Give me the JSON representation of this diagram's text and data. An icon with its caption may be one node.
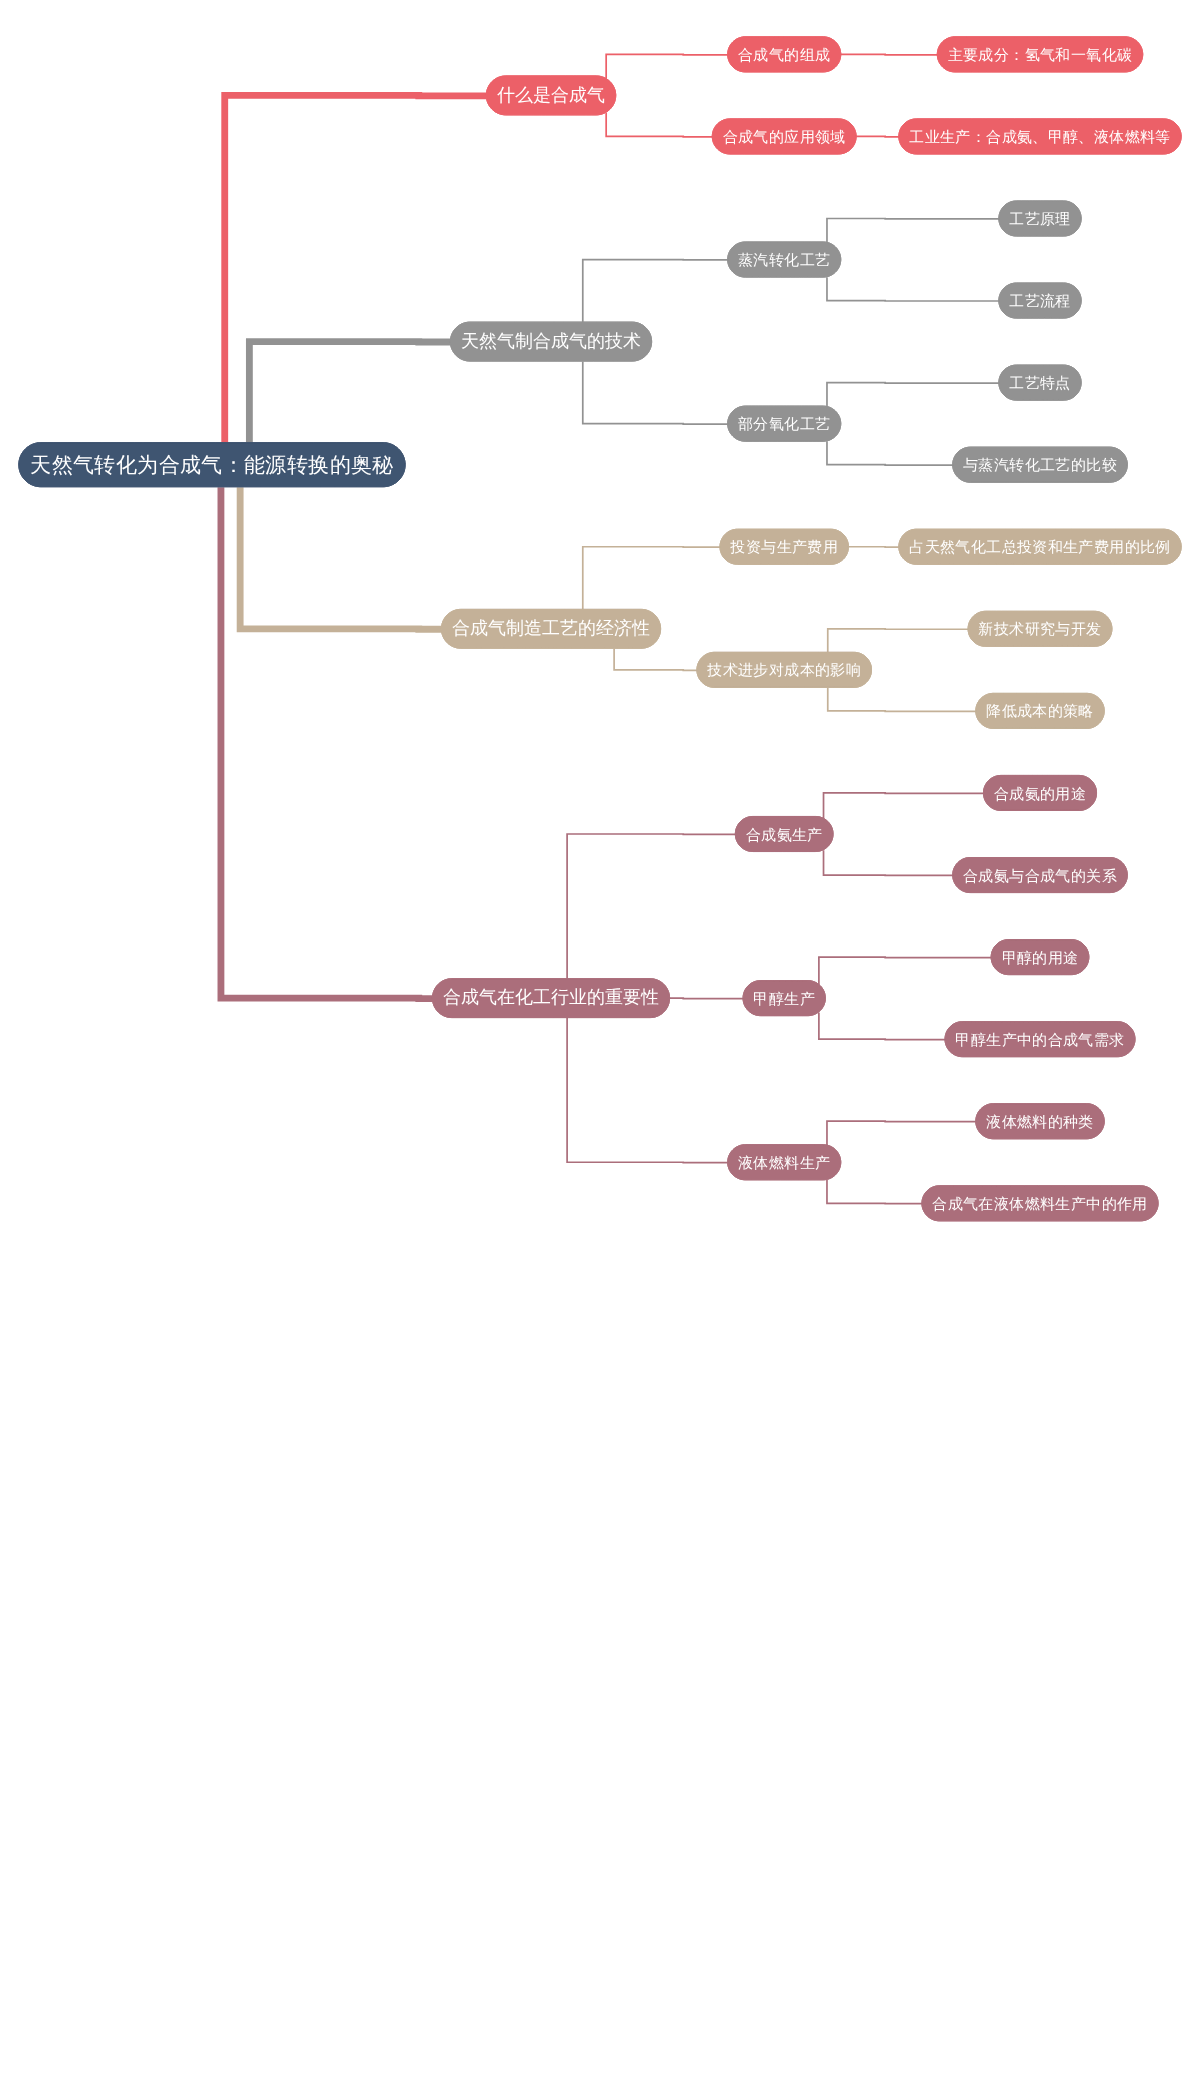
{
  "diagram": {
    "nodes": [
      {
        "text": [
          "天然气转化为合成气：能源转换的奥秘"
        ]
      },
      {
        "text": [
          "什么是合成气"
        ]
      },
      {
        "text": [
          "合成气的组成"
        ]
      },
      {
        "text": [
          "主要成分：氢气和一氧化碳"
        ]
      },
      {
        "text": [
          "合成气的应用领域"
        ]
      },
      {
        "text": [
          "工业生产：合成氨、甲醇、液体燃料等"
        ]
      },
      {
        "text": [
          "天然气制合成气的技术"
        ]
      },
      {
        "text": [
          "蒸汽转化工艺"
        ]
      },
      {
        "text": [
          "工艺原理"
        ]
      },
      {
        "text": [
          "工艺流程"
        ]
      },
      {
        "text": [
          "部分氧化工艺"
        ]
      },
      {
        "text": [
          "工艺特点"
        ]
      },
      {
        "text": [
          "与蒸汽转化工艺的比较"
        ]
      },
      {
        "text": [
          "合成气制造工艺的经济性"
        ]
      },
      {
        "text": [
          "投资与生产费用"
        ]
      },
      {
        "text": [
          "占天然气化工总投资和生产费用的比例"
        ]
      },
      {
        "text": [
          "技术进步对成本的影响"
        ]
      },
      {
        "text": [
          "新技术研究与开发"
        ]
      },
      {
        "text": [
          "降低成本的策略"
        ]
      },
      {
        "text": [
          "合成气在化工行业的重要性"
        ]
      },
      {
        "text": [
          "合成氨生产"
        ]
      },
      {
        "text": [
          "合成氨的用途"
        ]
      },
      {
        "text": [
          "合成氨与合成气的关系"
        ]
      },
      {
        "text": [
          "甲醇生产"
        ]
      },
      {
        "text": [
          "甲醇的用途"
        ]
      },
      {
        "text": [
          "甲醇生产中的合成气需求"
        ]
      },
      {
        "text": [
          "液体燃料生产"
        ]
      },
      {
        "text": [
          "液体燃料的种类"
        ]
      },
      {
        "text": [
          "合成气在液体燃料生产中的作用"
        ]
      }
    ],
    "edges": [
      {
        "from": 0,
        "to": 1,
        "arrow": "none",
        "style": "thick",
        "color": "#ec6068"
      },
      {
        "from": 1,
        "to": 2,
        "arrow": "none",
        "color": "#ec6068"
      },
      {
        "from": 2,
        "to": 3,
        "arrow": "none",
        "color": "#ec6068"
      },
      {
        "from": 1,
        "to": 4,
        "arrow": "none",
        "color": "#ec6068"
      },
      {
        "from": 4,
        "to": 5,
        "arrow": "none",
        "color": "#ec6068"
      },
      {
        "from": 0,
        "to": 6,
        "arrow": "none",
        "style": "thick",
        "color": "#929292"
      },
      {
        "from": 6,
        "to": 7,
        "arrow": "none",
        "color": "#929292"
      },
      {
        "from": 7,
        "to": 8,
        "arrow": "none",
        "color": "#929292"
      },
      {
        "from": 7,
        "to": 9,
        "arrow": "none",
        "color": "#929292"
      },
      {
        "from": 6,
        "to": 10,
        "arrow": "none",
        "color": "#929292"
      },
      {
        "from": 10,
        "to": 11,
        "arrow": "none",
        "color": "#929292"
      },
      {
        "from": 10,
        "to": 12,
        "arrow": "none",
        "color": "#929292"
      },
      {
        "from": 0,
        "to": 13,
        "arrow": "none",
        "style": "thick",
        "color": "#c4b198"
      },
      {
        "from": 13,
        "to": 14,
        "arrow": "none",
        "color": "#c4b198"
      },
      {
        "from": 14,
        "to": 15,
        "arrow": "none",
        "color": "#c4b198"
      },
      {
        "from": 13,
        "to": 16,
        "arrow": "none",
        "color": "#c4b198"
      },
      {
        "from": 16,
        "to": 17,
        "arrow": "none",
        "color": "#c4b198"
      },
      {
        "from": 16,
        "to": 18,
        "arrow": "none",
        "color": "#c4b198"
      },
      {
        "from": 0,
        "to": 19,
        "arrow": "none",
        "style": "thick"
      },
      {
        "from": 19,
        "to": 20,
        "arrow": "none"
      },
      {
        "from": 20,
        "to": 21,
        "arrow": "none"
      },
      {
        "from": 20,
        "to": 22,
        "arrow": "none"
      },
      {
        "from": 19,
        "to": 23,
        "arrow": "none"
      },
      {
        "from": 23,
        "to": 24,
        "arrow": "none"
      },
      {
        "from": 23,
        "to": 25,
        "arrow": "none"
      },
      {
        "from": 19,
        "to": 26,
        "arrow": "none"
      },
      {
        "from": 26,
        "to": 27,
        "arrow": "none"
      },
      {
        "from": 26,
        "to": 28,
        "arrow": "none"
      }
    ]
  }
}
